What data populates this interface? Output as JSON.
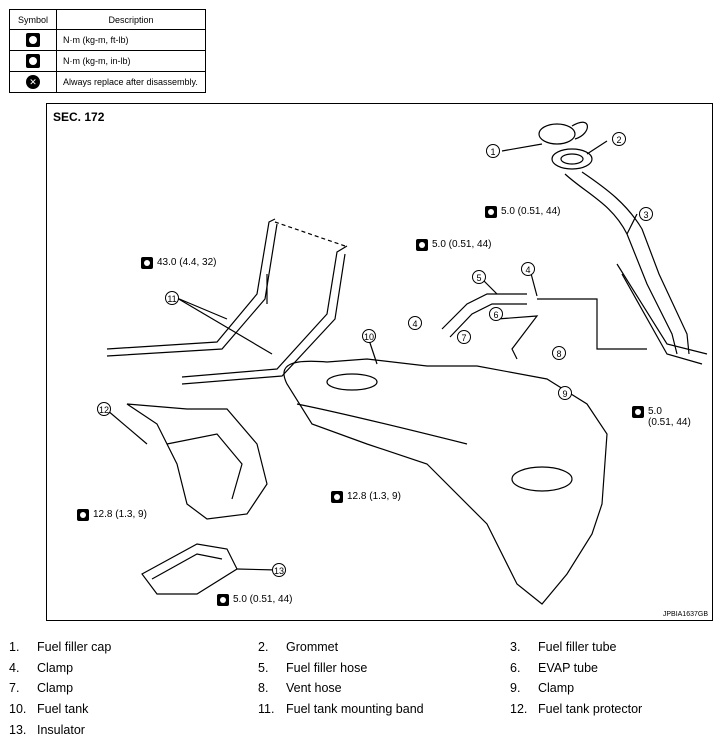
{
  "legend": {
    "header_symbol": "Symbol",
    "header_description": "Description",
    "rows": [
      {
        "icon": "torque-nm-kgm-ftlb-icon",
        "text": "N·m (kg-m, ft-lb)"
      },
      {
        "icon": "torque-nm-kgm-inlb-icon",
        "text": "N·m (kg-m, in-lb)"
      },
      {
        "icon": "always-replace-icon",
        "text": "Always replace after disassembly."
      }
    ]
  },
  "diagram": {
    "section": "SEC. 172",
    "code": "JPBIA1637GB",
    "torques": {
      "t1": "5.0 (0.51, 44)",
      "t2": "5.0 (0.51, 44)",
      "t3": "43.0 (4.4, 32)",
      "t4": "5.0",
      "t4b": "(0.51, 44)",
      "t5": "12.8 (1.3, 9)",
      "t6": "12.8 (1.3, 9)",
      "t7": "5.0 (0.51, 44)"
    },
    "callouts": [
      "1",
      "2",
      "3",
      "4",
      "5",
      "6",
      "7",
      "4",
      "8",
      "9",
      "10",
      "11",
      "12",
      "13"
    ]
  },
  "parts": [
    {
      "num": "1.",
      "name": "Fuel filler cap"
    },
    {
      "num": "2.",
      "name": "Grommet"
    },
    {
      "num": "3.",
      "name": "Fuel filler tube"
    },
    {
      "num": "4.",
      "name": "Clamp"
    },
    {
      "num": "5.",
      "name": "Fuel filler hose"
    },
    {
      "num": "6.",
      "name": "EVAP tube"
    },
    {
      "num": "7.",
      "name": "Clamp"
    },
    {
      "num": "8.",
      "name": "Vent hose"
    },
    {
      "num": "9.",
      "name": "Clamp"
    },
    {
      "num": "10.",
      "name": "Fuel tank"
    },
    {
      "num": "11.",
      "name": "Fuel tank mounting band"
    },
    {
      "num": "12.",
      "name": "Fuel tank protector"
    },
    {
      "num": "13.",
      "name": "Insulator"
    }
  ]
}
